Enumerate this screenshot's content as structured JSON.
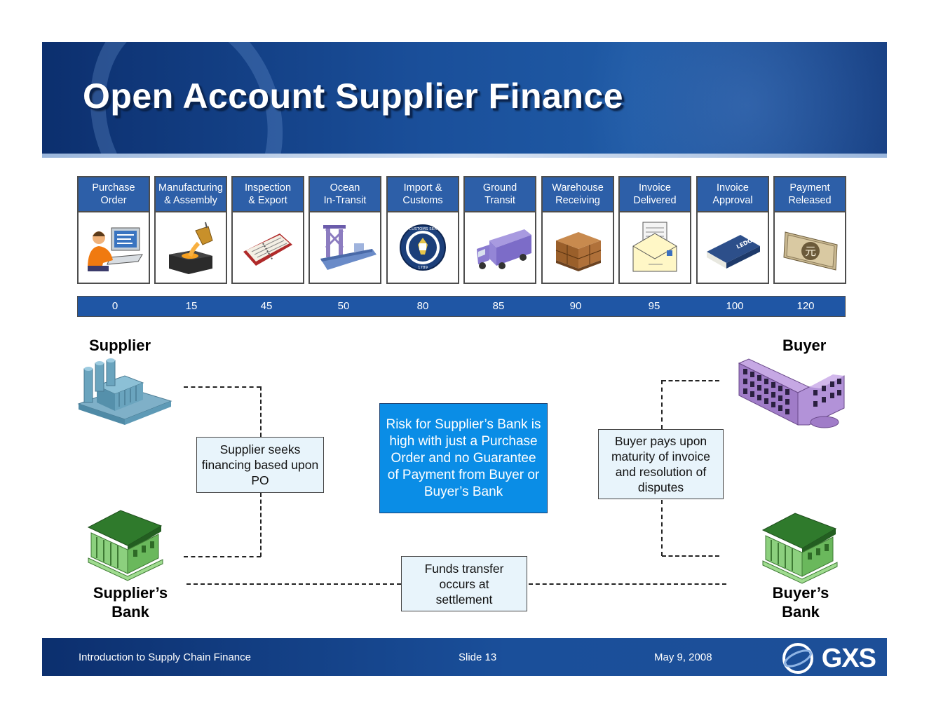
{
  "slide": {
    "title": "Open Account Supplier Finance"
  },
  "steps": [
    {
      "label": "Purchase\nOrder",
      "icon": "operator-icon"
    },
    {
      "label": "Manufacturing\n& Assembly",
      "icon": "smelting-icon"
    },
    {
      "label": "Inspection\n& Export",
      "icon": "planner-icon"
    },
    {
      "label": "Ocean\nIn-Transit",
      "icon": "ship-icon"
    },
    {
      "label": "Import &\nCustoms",
      "icon": "customs-seal-icon"
    },
    {
      "label": "Ground\nTransit",
      "icon": "truck-icon"
    },
    {
      "label": "Warehouse\nReceiving",
      "icon": "pallet-icon"
    },
    {
      "label": "Invoice\nDelivered",
      "icon": "envelope-icon"
    },
    {
      "label": "Invoice\nApproval",
      "icon": "ledger-icon"
    },
    {
      "label": "Payment\nReleased",
      "icon": "banknote-icon"
    }
  ],
  "days": [
    "0",
    "15",
    "45",
    "50",
    "80",
    "85",
    "90",
    "95",
    "100",
    "120"
  ],
  "parties": {
    "supplier": "Supplier",
    "buyer": "Buyer",
    "supplier_bank_line1": "Supplier’s",
    "supplier_bank_line2": "Bank",
    "buyer_bank_line1": "Buyer’s",
    "buyer_bank_line2": "Bank"
  },
  "callouts": {
    "supplier_seeks": "Supplier seeks financing based upon PO",
    "risk": "Risk for Supplier’s Bank is high with just a Purchase Order and no Guarantee of Payment from Buyer or Buyer’s Bank",
    "buyer_pays": "Buyer pays upon maturity of invoice and resolution of disputes",
    "funds_transfer": "Funds transfer occurs at settlement"
  },
  "icon_text": {
    "customs": "U.S. CUSTOMS SERVICE",
    "customs_year": "1789",
    "ledger": "LEDGER",
    "currency": "元"
  },
  "footer": {
    "left": "Introduction to Supply Chain Finance",
    "center": "Slide 13",
    "right": "May 9, 2008",
    "brand": "GXS"
  },
  "colors": {
    "banner": "#1a4f9a",
    "step_header": "#2d5fa8",
    "days_bar": "#1f56a5",
    "risk_box": "#0a8de6",
    "callout_fill": "#e8f4fb",
    "bank_green": "#3f9a3a",
    "supplier_factory": "#6fa3bf",
    "buyer_building": "#a884c9"
  }
}
